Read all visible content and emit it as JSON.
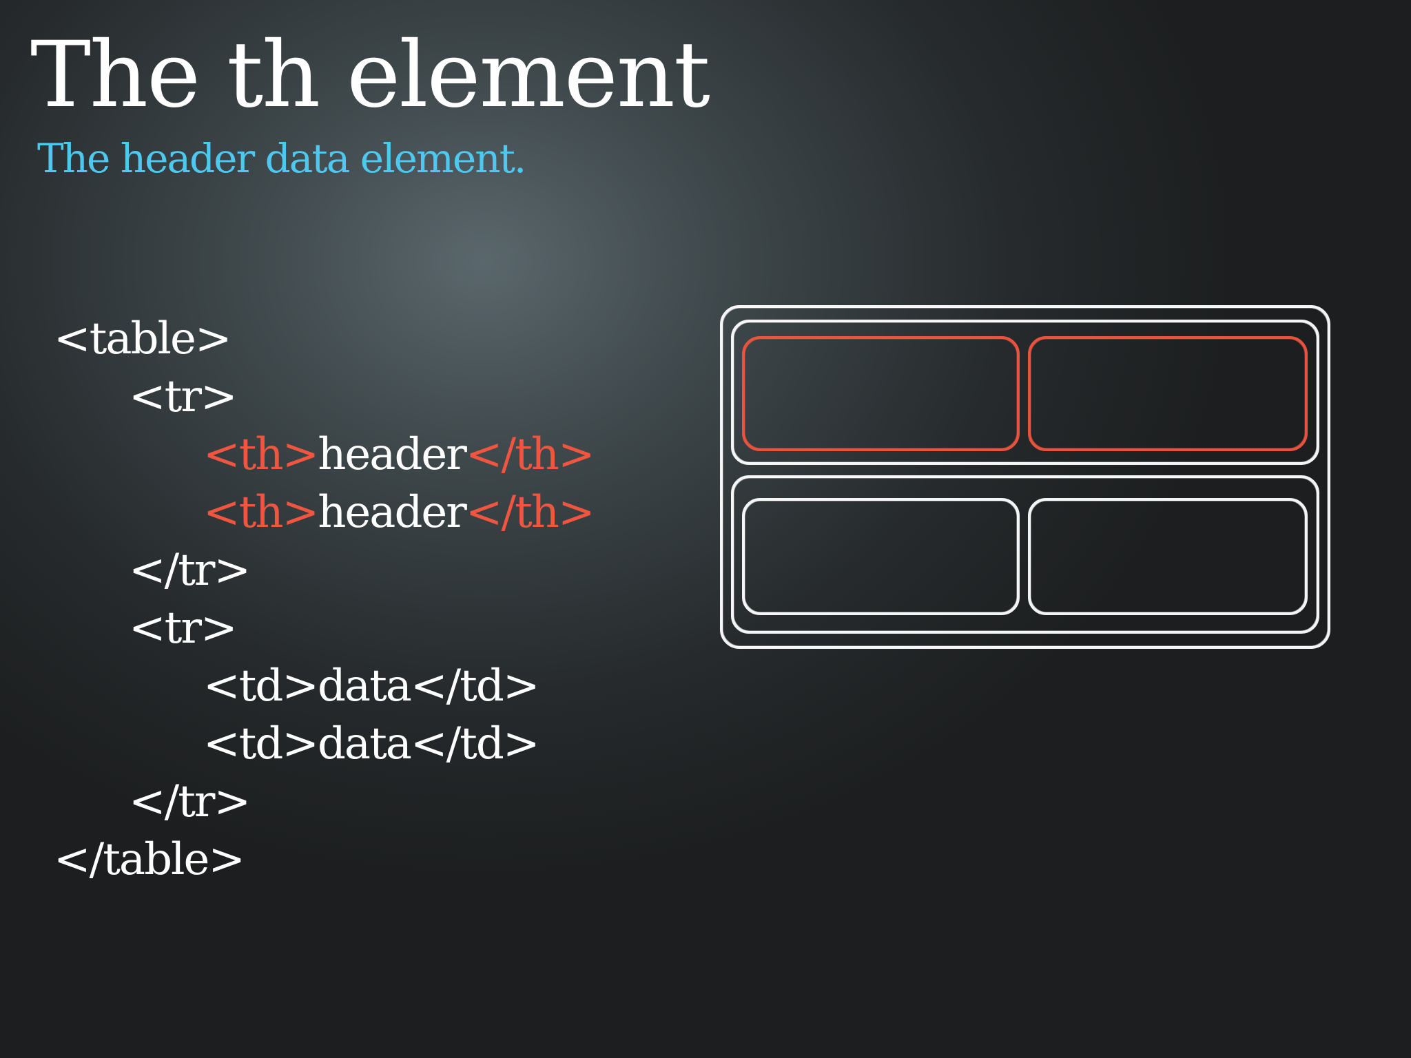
{
  "title": "The th element",
  "subtitle": "The header data element.",
  "code_lines": [
    {
      "indent": 0,
      "parts": [
        {
          "text": "<table>",
          "highlight": false
        }
      ]
    },
    {
      "indent": 1,
      "parts": [
        {
          "text": "<tr>",
          "highlight": false
        }
      ]
    },
    {
      "indent": 2,
      "parts": [
        {
          "text": "<th>",
          "highlight": true
        },
        {
          "text": "header",
          "highlight": false
        },
        {
          "text": "</th>",
          "highlight": true
        }
      ]
    },
    {
      "indent": 2,
      "parts": [
        {
          "text": "<th>",
          "highlight": true
        },
        {
          "text": "header",
          "highlight": false
        },
        {
          "text": "</th>",
          "highlight": true
        }
      ]
    },
    {
      "indent": 1,
      "parts": [
        {
          "text": "</tr>",
          "highlight": false
        }
      ]
    },
    {
      "indent": 1,
      "parts": [
        {
          "text": "<tr>",
          "highlight": false
        }
      ]
    },
    {
      "indent": 2,
      "parts": [
        {
          "text": "<td>data</td>",
          "highlight": false
        }
      ]
    },
    {
      "indent": 2,
      "parts": [
        {
          "text": "<td>data</td>",
          "highlight": false
        }
      ]
    },
    {
      "indent": 1,
      "parts": [
        {
          "text": "</tr>",
          "highlight": false
        }
      ]
    },
    {
      "indent": 0,
      "parts": [
        {
          "text": "</table>",
          "highlight": false
        }
      ]
    }
  ],
  "diagram": {
    "rows": [
      {
        "cells": [
          {
            "highlight": true
          },
          {
            "highlight": true
          }
        ]
      },
      {
        "cells": [
          {
            "highlight": false
          },
          {
            "highlight": false
          }
        ]
      }
    ]
  },
  "colors": {
    "highlight": "#f05540",
    "subtitle": "#4fc8f0",
    "text": "#ffffff"
  }
}
